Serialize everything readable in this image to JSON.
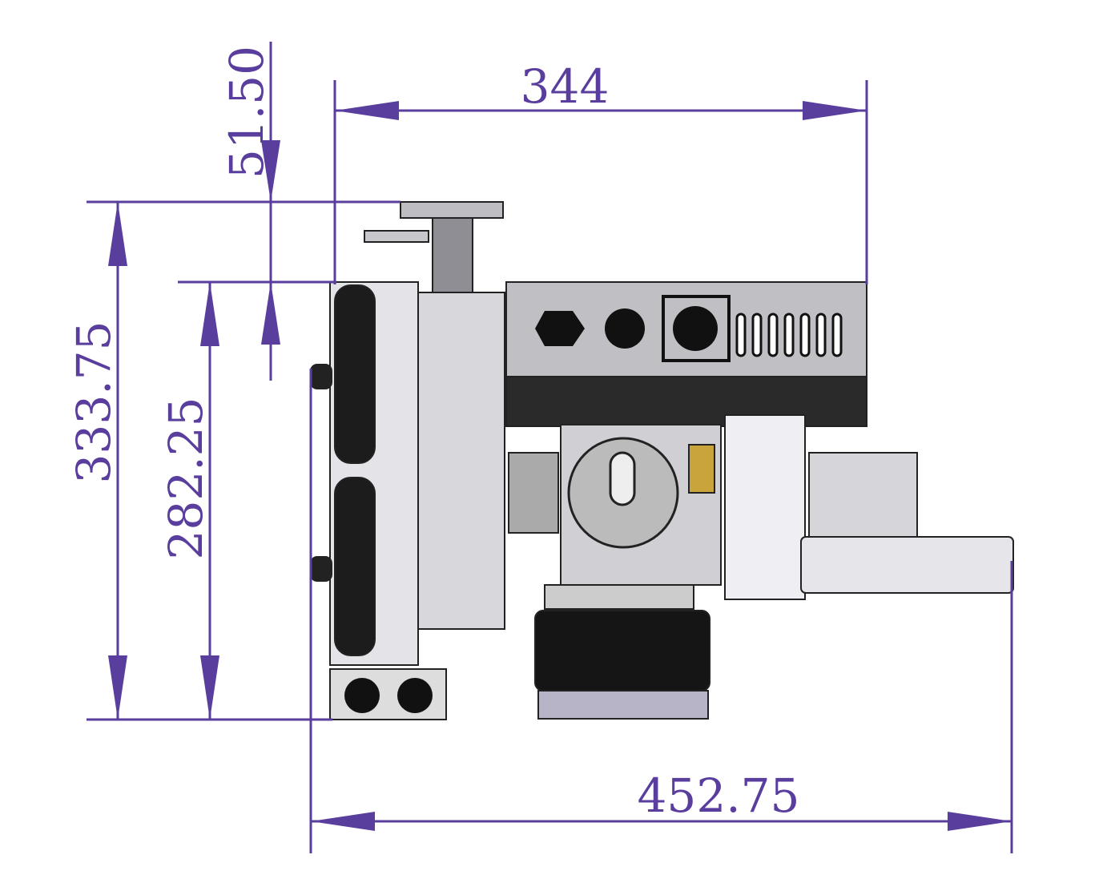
{
  "drawing": {
    "dimensions": {
      "top_width": "344",
      "top_offset": "51.50",
      "total_height": "333.75",
      "body_height": "282.25",
      "total_width": "452.75"
    },
    "colors": {
      "dimension": "#5a3e9e",
      "body_dark": "#1a1a1a",
      "body_grey": "#c8c8cc",
      "body_light": "#e8e8ec"
    }
  }
}
